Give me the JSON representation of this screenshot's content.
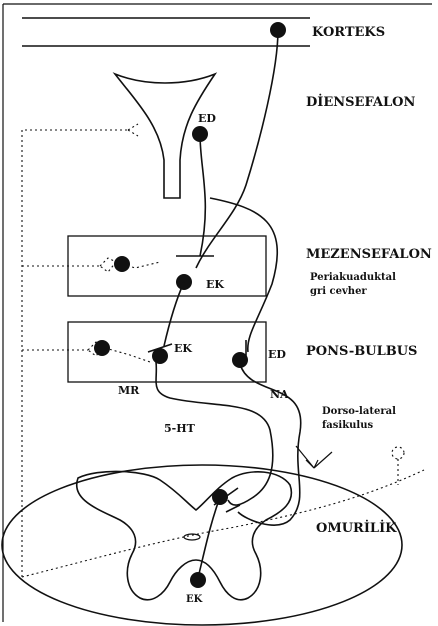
{
  "labels": {
    "korteks": "KORTEKS",
    "diensefalon": "DİENSEFALON",
    "mezensefalon": "MEZENSEFALON",
    "periakuaduktal_line1": "Periakuaduktal",
    "periakuaduktal_line2": "gri cevher",
    "pons_bulbus": "PONS-BULBUS",
    "dorso_lateral_line1": "Dorso-lateral",
    "dorso_lateral_line2": "fasikulus",
    "omurilik": "OMURİLİK",
    "ed_top": "ED",
    "ek_mezen": "EK",
    "ek_pons": "EK",
    "ed_pons": "ED",
    "mr": "MR",
    "na": "NA",
    "serotonin": "5-HT",
    "ek_spinal": "EK"
  }
}
